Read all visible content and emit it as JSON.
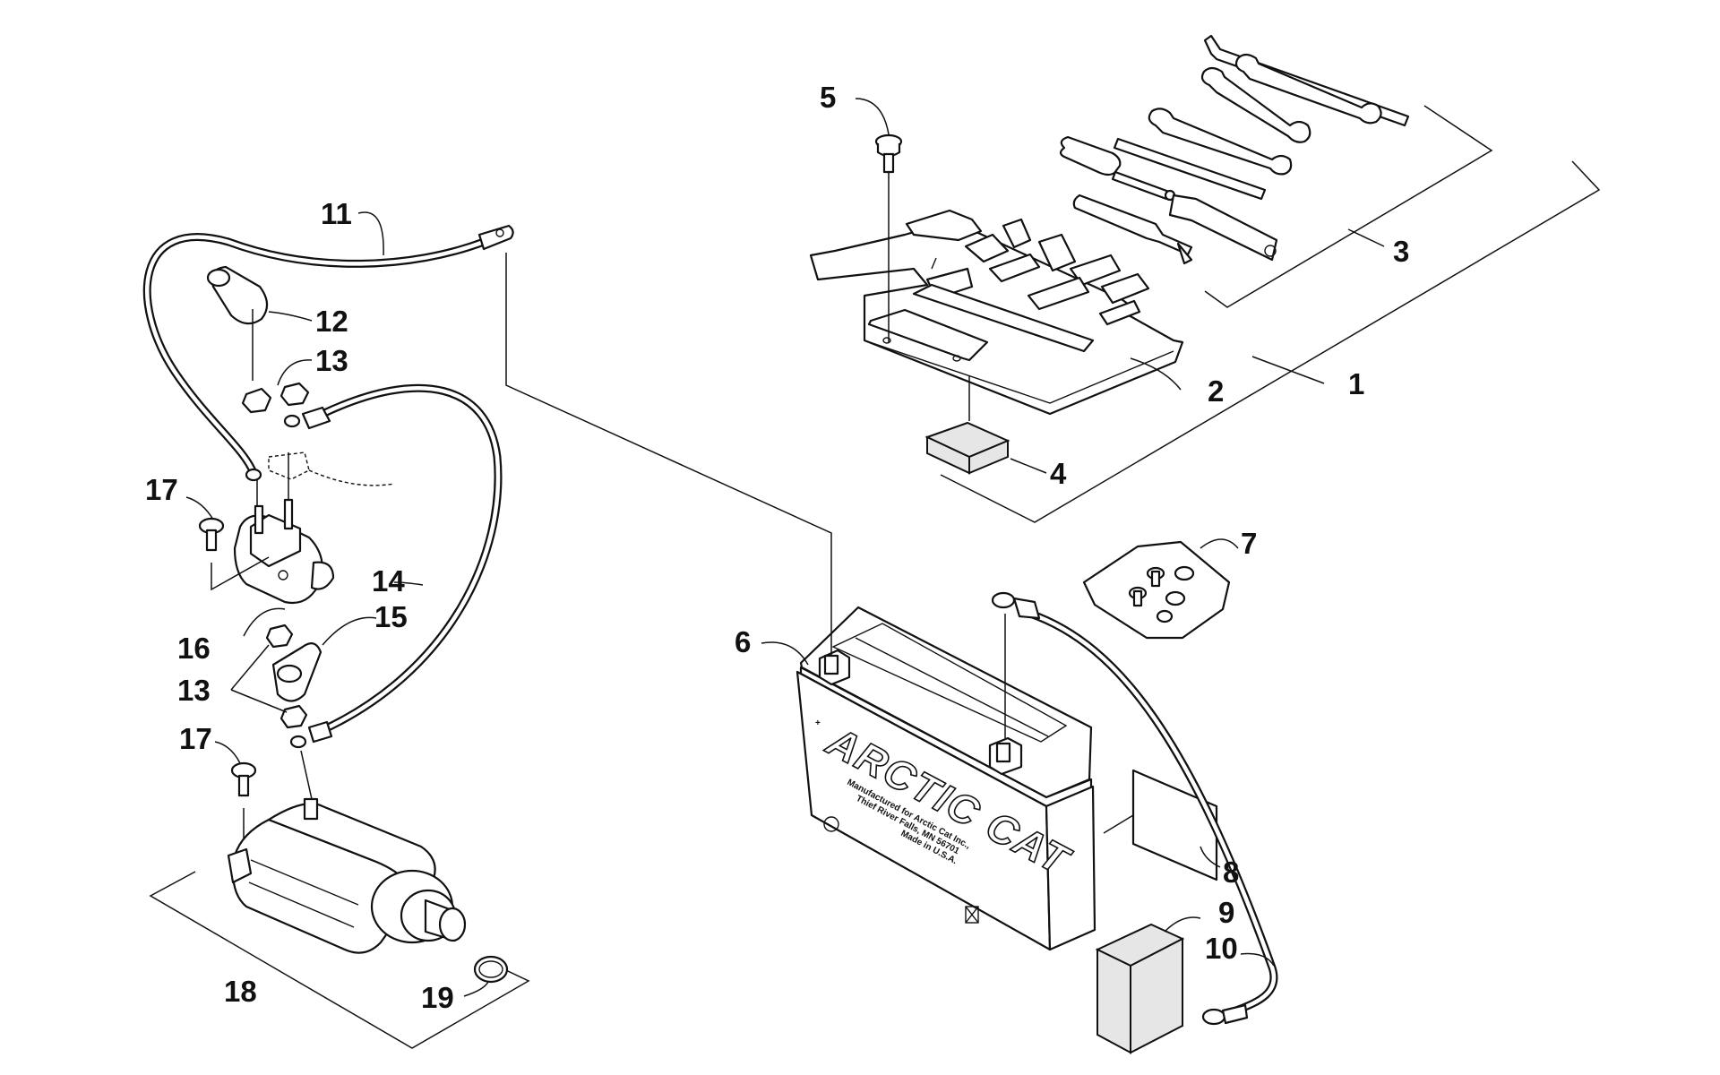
{
  "battery": {
    "brand": "ARCTIC CAT",
    "maker_line": "Manufactured for Arctic Cat Inc.,",
    "city_line": "Thief River Falls, MN 56701",
    "origin_line": "Made in U.S.A."
  },
  "callouts": [
    {
      "id": "1",
      "label": "1"
    },
    {
      "id": "2",
      "label": "2"
    },
    {
      "id": "3",
      "label": "3"
    },
    {
      "id": "4",
      "label": "4"
    },
    {
      "id": "5",
      "label": "5"
    },
    {
      "id": "6",
      "label": "6"
    },
    {
      "id": "7",
      "label": "7"
    },
    {
      "id": "8",
      "label": "8"
    },
    {
      "id": "9",
      "label": "9"
    },
    {
      "id": "10",
      "label": "10"
    },
    {
      "id": "11",
      "label": "11"
    },
    {
      "id": "12",
      "label": "12"
    },
    {
      "id": "13a",
      "label": "13"
    },
    {
      "id": "13b",
      "label": "13"
    },
    {
      "id": "14",
      "label": "14"
    },
    {
      "id": "15",
      "label": "15"
    },
    {
      "id": "16",
      "label": "16"
    },
    {
      "id": "17a",
      "label": "17"
    },
    {
      "id": "17b",
      "label": "17"
    },
    {
      "id": "18",
      "label": "18"
    },
    {
      "id": "19",
      "label": "19"
    }
  ]
}
